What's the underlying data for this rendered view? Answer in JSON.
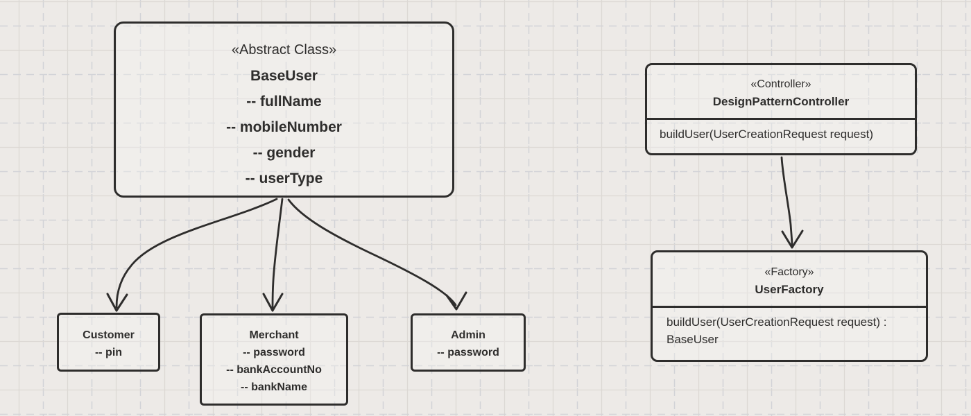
{
  "colors": {
    "ink": "#2e2d2c",
    "canvasBg": "#edeae7",
    "gridSolid": "#dcd8d4",
    "gridDashed": "#d2d3d7"
  },
  "classes": {
    "baseUser": {
      "stereotype": "«Abstract Class»",
      "name": "BaseUser",
      "attributes": [
        "-- fullName",
        "-- mobileNumber",
        "-- gender",
        "-- userType"
      ]
    },
    "customer": {
      "name": "Customer",
      "attributes": [
        "-- pin"
      ]
    },
    "merchant": {
      "name": "Merchant",
      "attributes": [
        "-- password",
        "-- bankAccountNo",
        "-- bankName"
      ]
    },
    "admin": {
      "name": "Admin",
      "attributes": [
        "-- password"
      ]
    },
    "controller": {
      "stereotype": "«Controller»",
      "name": "DesignPatternController",
      "methods": [
        "buildUser(UserCreationRequest request)"
      ]
    },
    "factory": {
      "stereotype": "«Factory»",
      "name": "UserFactory",
      "methods": [
        "buildUser(UserCreationRequest request) : BaseUser"
      ]
    }
  },
  "relations": [
    {
      "from": "BaseUser",
      "to": "Customer",
      "type": "arrow"
    },
    {
      "from": "BaseUser",
      "to": "Merchant",
      "type": "arrow"
    },
    {
      "from": "BaseUser",
      "to": "Admin",
      "type": "arrow"
    },
    {
      "from": "DesignPatternController",
      "to": "UserFactory",
      "type": "arrow"
    }
  ]
}
